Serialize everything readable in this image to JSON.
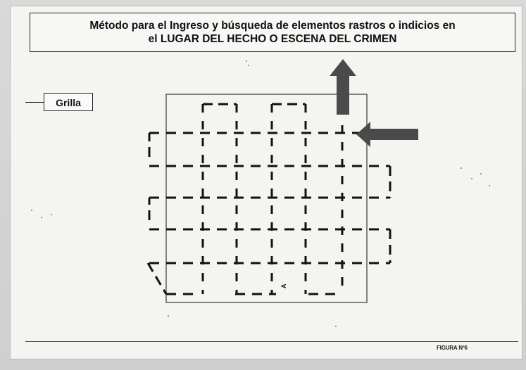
{
  "title": {
    "line1": "Método para el Ingreso y búsqueda de elementos rastros o indicios en",
    "line2": "el LUGAR DEL HECHO O ESCENA DEL CRIMEN"
  },
  "grilla_label": "Grilla",
  "figure_caption": "FIGURA Nº6",
  "colors": {
    "background": "#f4f4f1",
    "ink": "#111111",
    "arrow": "#4a4a4a"
  },
  "icons": {
    "up_arrow": "arrow-up-icon",
    "left_arrow": "arrow-left-icon"
  }
}
